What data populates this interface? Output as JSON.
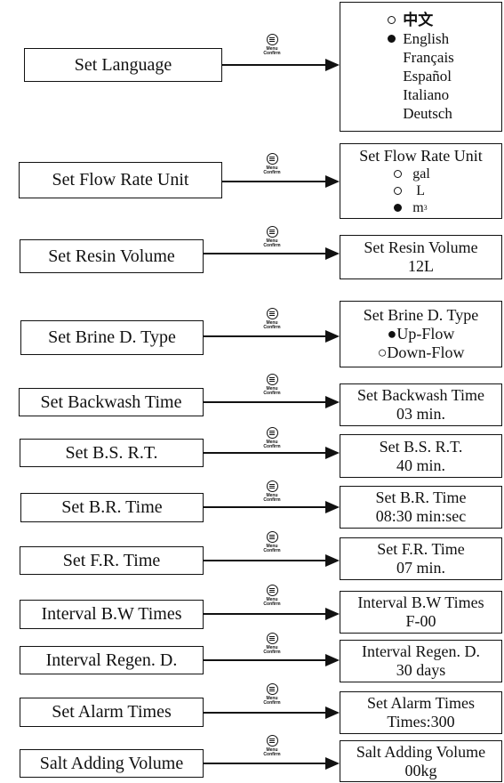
{
  "menu_confirm": {
    "top_label": "Menu",
    "bottom_label": "Confirm"
  },
  "rows": [
    {
      "label": "Set Language",
      "panel": {
        "kind": "language",
        "options": [
          {
            "text": "中文",
            "state": "off"
          },
          {
            "text": "English",
            "state": "on"
          },
          {
            "text": "Français",
            "state": "none"
          },
          {
            "text": "Español",
            "state": "none"
          },
          {
            "text": "Italiano",
            "state": "none"
          },
          {
            "text": "Deutsch",
            "state": "none"
          }
        ]
      }
    },
    {
      "label": "Set Flow Rate Unit",
      "panel": {
        "kind": "unit",
        "title": "Set Flow Rate Unit",
        "options": [
          {
            "text": "gal",
            "state": "off"
          },
          {
            "text": "L",
            "state": "off"
          },
          {
            "text": "m",
            "sup": "3",
            "state": "on"
          }
        ]
      }
    },
    {
      "label": "Set Resin Volume",
      "panel": {
        "kind": "text",
        "title": "Set Resin Volume",
        "value": "12L"
      }
    },
    {
      "label": "Set Brine D. Type",
      "panel": {
        "kind": "lines",
        "title": "Set Brine D. Type",
        "lines": [
          "●Up-Flow",
          "○Down-Flow"
        ]
      }
    },
    {
      "label": "Set Backwash Time",
      "panel": {
        "kind": "text",
        "title": "Set Backwash Time",
        "value": "03 min."
      }
    },
    {
      "label": "Set B.S. R.T.",
      "panel": {
        "kind": "text",
        "title": "Set B.S. R.T.",
        "value": "40 min."
      }
    },
    {
      "label": "Set B.R. Time",
      "panel": {
        "kind": "text",
        "title": "Set B.R. Time",
        "value": "08:30 min:sec"
      }
    },
    {
      "label": "Set F.R. Time",
      "panel": {
        "kind": "text",
        "title": "Set F.R. Time",
        "value": "07 min."
      }
    },
    {
      "label": "Interval B.W Times",
      "panel": {
        "kind": "text",
        "title": "Interval B.W Times",
        "value": "F-00"
      }
    },
    {
      "label": "Interval Regen. D.",
      "panel": {
        "kind": "text",
        "title": "Interval Regen. D.",
        "value": "30 days"
      }
    },
    {
      "label": "Set Alarm Times",
      "panel": {
        "kind": "text",
        "title": "Set Alarm Times",
        "value": "Times:300"
      }
    },
    {
      "label": "Salt Adding Volume",
      "panel": {
        "kind": "text",
        "title": "Salt Adding Volume",
        "value": "00kg"
      }
    }
  ]
}
